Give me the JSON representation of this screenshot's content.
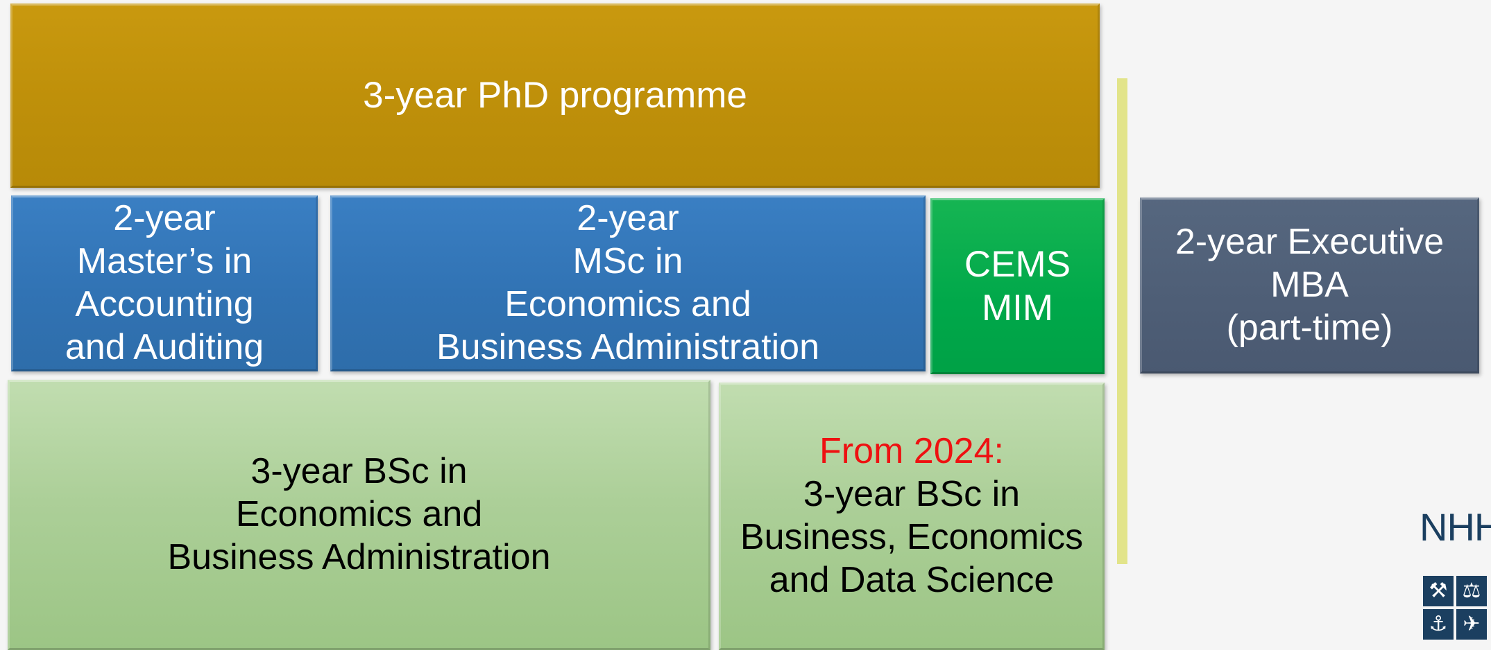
{
  "phd": {
    "text": "3-year PhD programme"
  },
  "masters_accounting": {
    "lines": [
      "2-year",
      "Master’s in",
      "Accounting",
      "and Auditing"
    ]
  },
  "msc": {
    "lines": [
      "2-year",
      "MSc in",
      "Economics and",
      "Business Administration"
    ]
  },
  "cems": {
    "lines": [
      "CEMS",
      "MIM"
    ]
  },
  "emba": {
    "lines": [
      "2-year Executive",
      "MBA",
      "(part-time)"
    ]
  },
  "bsc_econ": {
    "lines": [
      "3-year BSc in",
      "Economics and",
      "Business Administration"
    ]
  },
  "bsc_data": {
    "highlight": "From 2024:",
    "lines": [
      "3-year BSc in",
      "Business, Economics",
      "and Data Science"
    ]
  },
  "logo": {
    "text": "NHH",
    "icons": [
      "hammer-pick-icon",
      "scales-icon",
      "anchor-icon",
      "ship-icon"
    ]
  },
  "colors": {
    "phd": "#bf900a",
    "blue": "#3173b4",
    "cems": "#00a84a",
    "emba": "#4e5e76",
    "green": "#accf98",
    "highlight_red": "#ee1111",
    "divider": "#e2e48a",
    "logo": "#1b3f60"
  }
}
